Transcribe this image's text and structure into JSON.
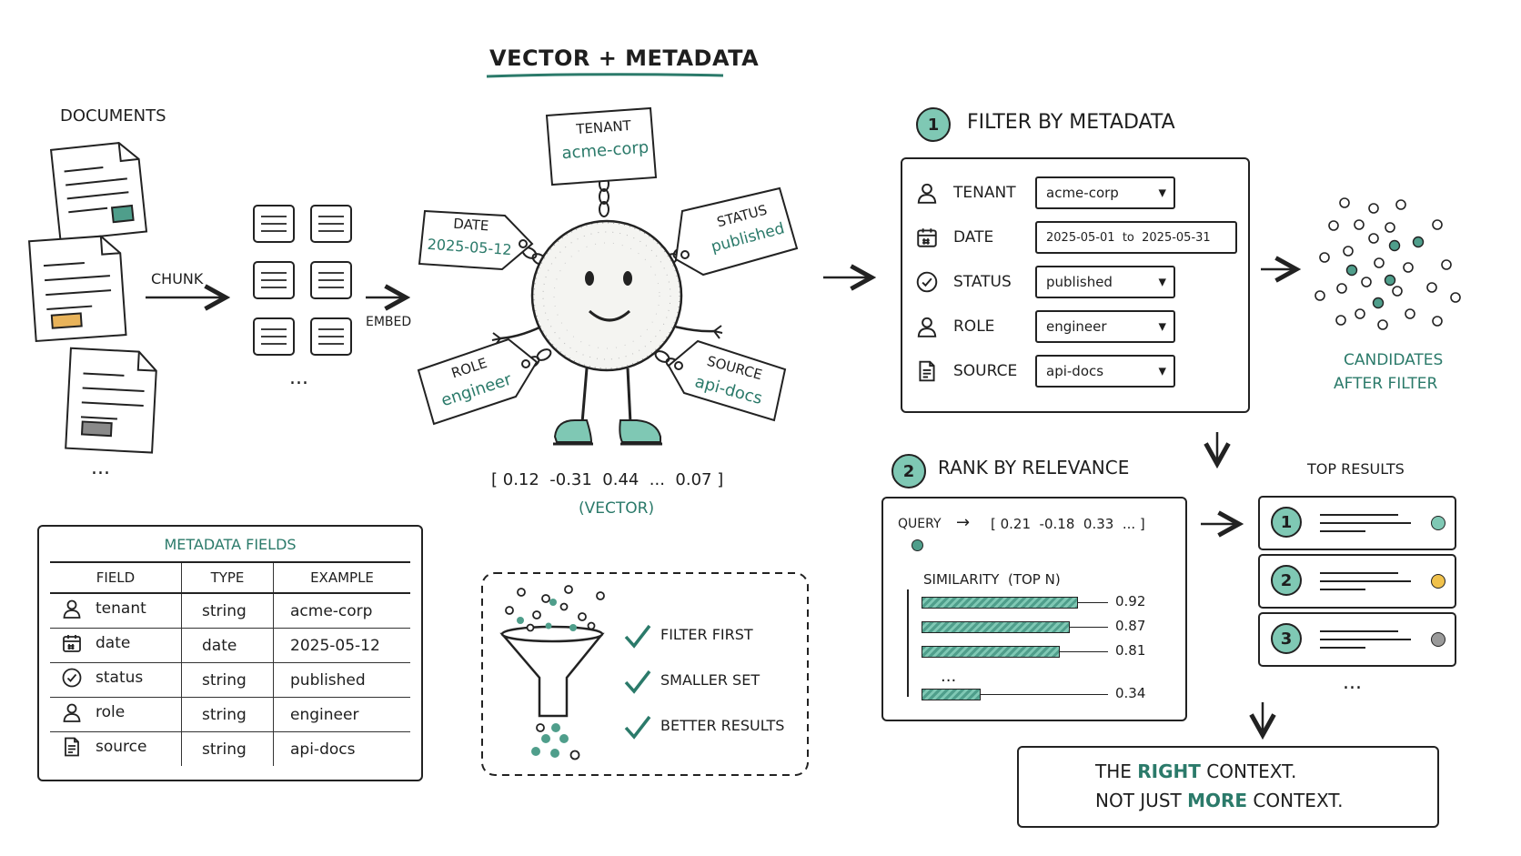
{
  "title": "VECTOR + METADATA",
  "documents": {
    "label": "DOCUMENTS",
    "ellipsis": "..."
  },
  "chunk_label": "CHUNK",
  "embed_label": "EMBED",
  "chunks_ellipsis": "...",
  "tags": {
    "tenant": {
      "key": "TENANT",
      "value": "acme-corp"
    },
    "date": {
      "key": "DATE",
      "value": "2025-05-12"
    },
    "status": {
      "key": "STATUS",
      "value": "published"
    },
    "role": {
      "key": "ROLE",
      "value": "engineer"
    },
    "source": {
      "key": "SOURCE",
      "value": "api-docs"
    }
  },
  "vector": {
    "text": "[ 0.12  -0.31  0.44  ...  0.07 ]",
    "caption": "(VECTOR)"
  },
  "metadata_table": {
    "title": "METADATA FIELDS",
    "headers": [
      "FIELD",
      "TYPE",
      "EXAMPLE"
    ],
    "rows": [
      {
        "icon": "user-icon",
        "field": "tenant",
        "type": "string",
        "example": "acme-corp"
      },
      {
        "icon": "calendar-icon",
        "field": "date",
        "type": "date",
        "example": "2025-05-12"
      },
      {
        "icon": "check-circle-icon",
        "field": "status",
        "type": "string",
        "example": "published"
      },
      {
        "icon": "user-icon",
        "field": "role",
        "type": "string",
        "example": "engineer"
      },
      {
        "icon": "document-icon",
        "field": "source",
        "type": "string",
        "example": "api-docs"
      }
    ]
  },
  "funnel_points": [
    "FILTER FIRST",
    "SMALLER SET",
    "BETTER RESULTS"
  ],
  "filter": {
    "step": "1",
    "title": "FILTER BY METADATA",
    "rows": [
      {
        "icon": "user-icon",
        "label": "TENANT",
        "value": "acme-corp",
        "dropdown": true
      },
      {
        "icon": "calendar-icon",
        "label": "DATE",
        "value": "2025-05-01  to  2025-05-31",
        "dropdown": false
      },
      {
        "icon": "check-circle-icon",
        "label": "STATUS",
        "value": "published",
        "dropdown": true
      },
      {
        "icon": "user-icon",
        "label": "ROLE",
        "value": "engineer",
        "dropdown": true
      },
      {
        "icon": "document-icon",
        "label": "SOURCE",
        "value": "api-docs",
        "dropdown": true
      }
    ]
  },
  "candidates": {
    "line1": "CANDIDATES",
    "line2": "AFTER FILTER"
  },
  "rank": {
    "step": "2",
    "title": "RANK BY RELEVANCE",
    "query_label": "QUERY",
    "query_vector": "[ 0.21  -0.18  0.33  ... ]",
    "similarity_label": "SIMILARITY  (TOP N)",
    "bars": [
      {
        "value": 0.92,
        "label": "0.92"
      },
      {
        "value": 0.87,
        "label": "0.87"
      },
      {
        "value": 0.81,
        "label": "0.81"
      },
      {
        "value": 0.34,
        "label": "0.34"
      }
    ],
    "bars_ellipsis": "..."
  },
  "top_results": {
    "title": "TOP RESULTS",
    "items": [
      {
        "rank": "1",
        "dot_color": "#7fc8b4"
      },
      {
        "rank": "2",
        "dot_color": "#f0c14b"
      },
      {
        "rank": "3",
        "dot_color": "#9a9a9a"
      }
    ],
    "ellipsis": "..."
  },
  "conclusion": {
    "line1_a": "THE ",
    "line1_b": "RIGHT",
    "line1_c": " CONTEXT.",
    "line2_a": "NOT JUST ",
    "line2_b": "MORE",
    "line2_c": " CONTEXT."
  },
  "colors": {
    "teal": "#2b7a6a",
    "mint": "#7fc8b4",
    "amber": "#f0c14b",
    "gray": "#9a9a9a"
  }
}
